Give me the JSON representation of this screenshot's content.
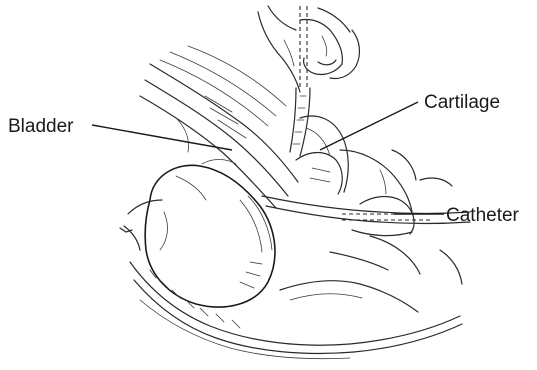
{
  "labels": {
    "bladder": "Bladder",
    "cartilage": "Cartilage",
    "catheter": "Catheter"
  },
  "colors": {
    "ink": "#2a2a2a",
    "background": "#ffffff"
  }
}
